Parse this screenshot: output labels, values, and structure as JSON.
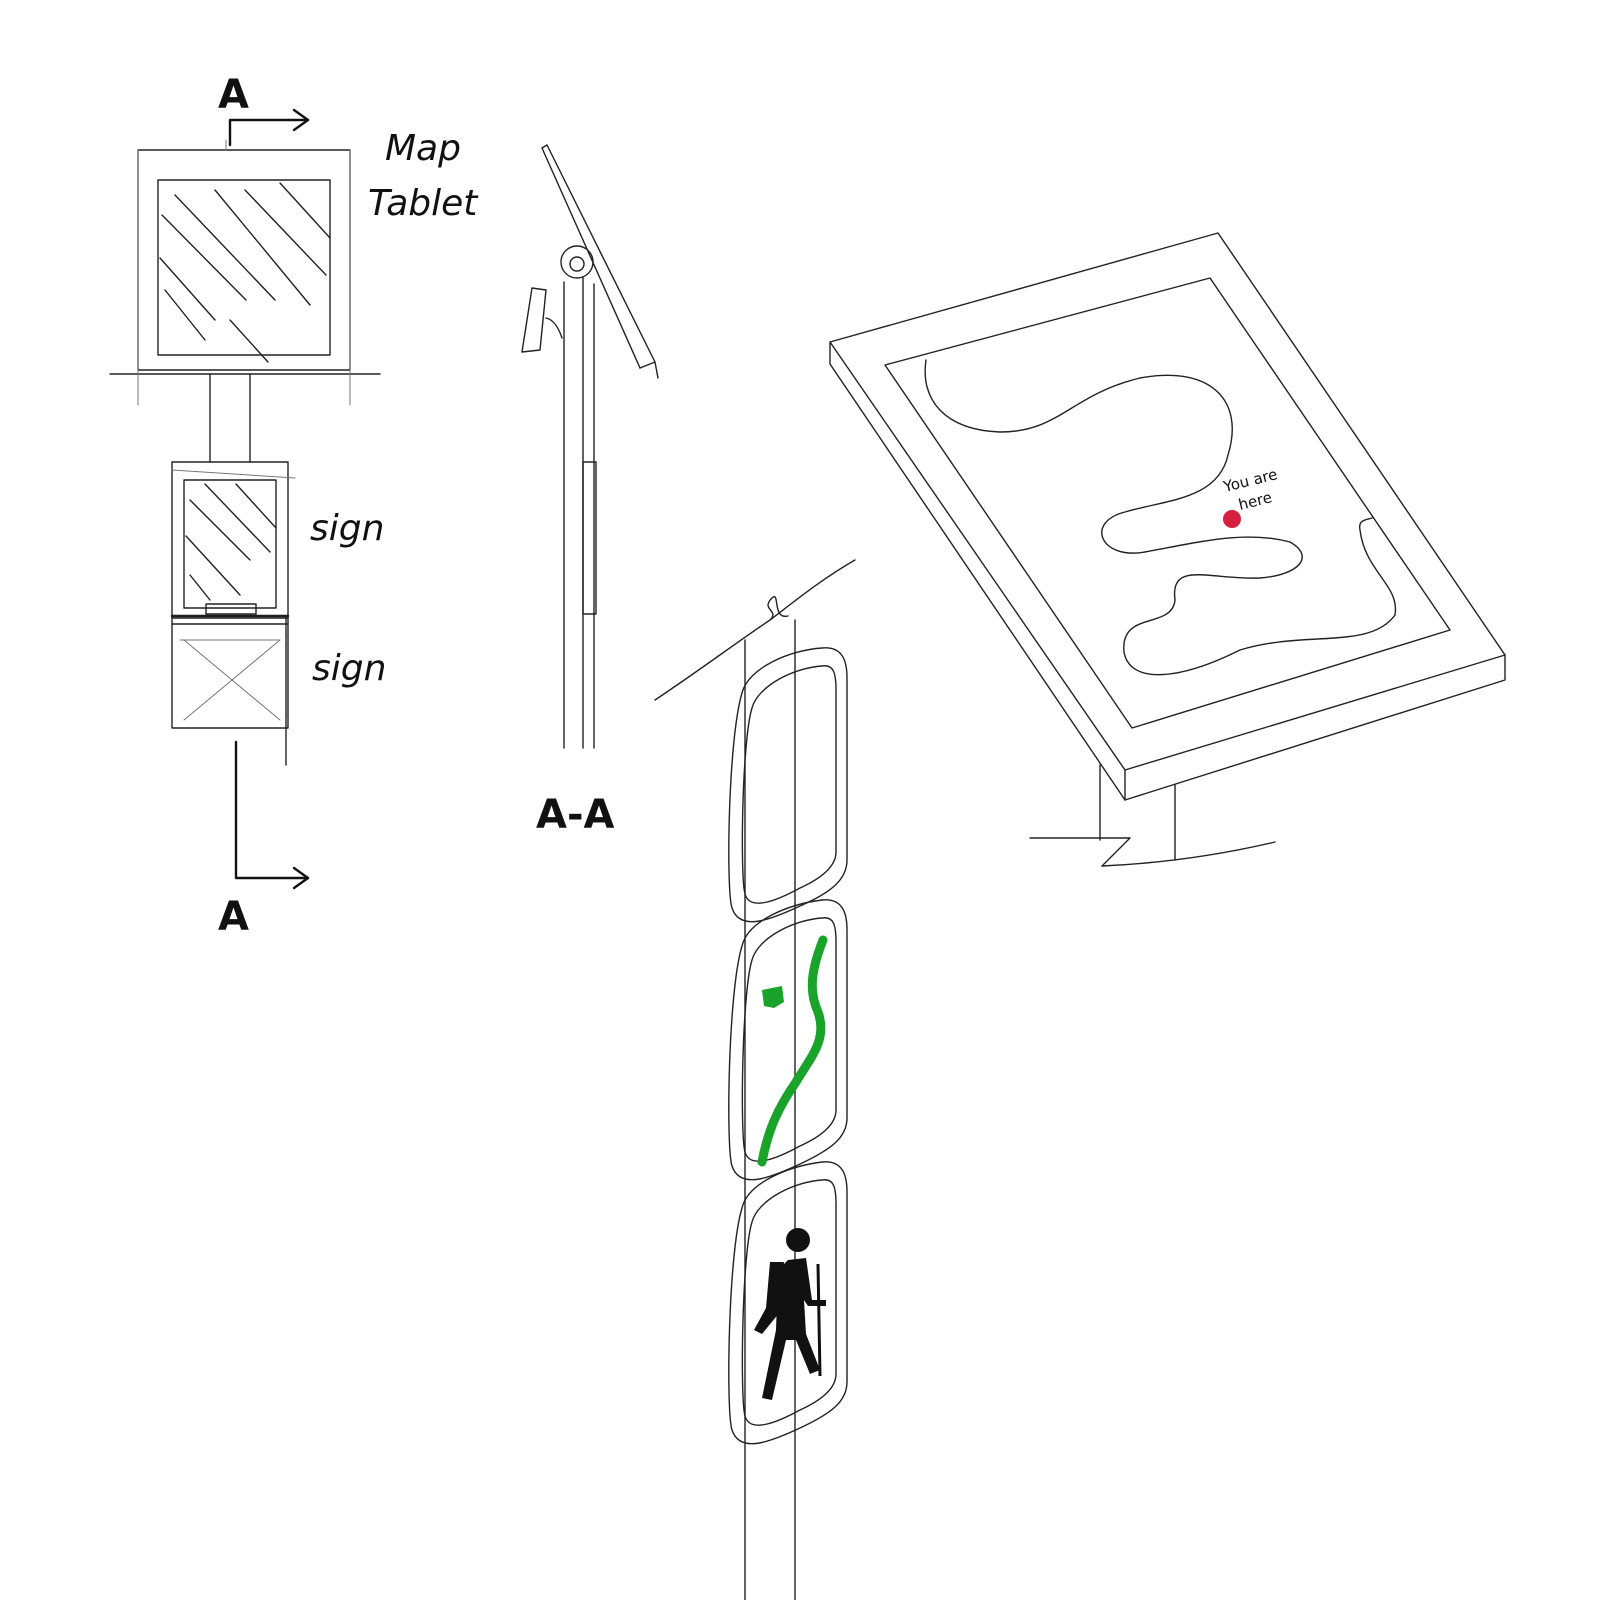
{
  "section_marker": "A",
  "section_view_label": "A-A",
  "labels": {
    "map_line1": "Map",
    "map_line2": "Tablet",
    "sign_upper": "sign",
    "sign_lower": "sign"
  },
  "map": {
    "you_are_here_line1": "You are",
    "you_are_here_line2": "here"
  },
  "colors": {
    "ink": "#111111",
    "trail": "#1aa32a",
    "marker": "#d62040"
  },
  "icons": {
    "trail_sign": "trail-map-icon",
    "hiker_sign": "hiker-icon"
  }
}
